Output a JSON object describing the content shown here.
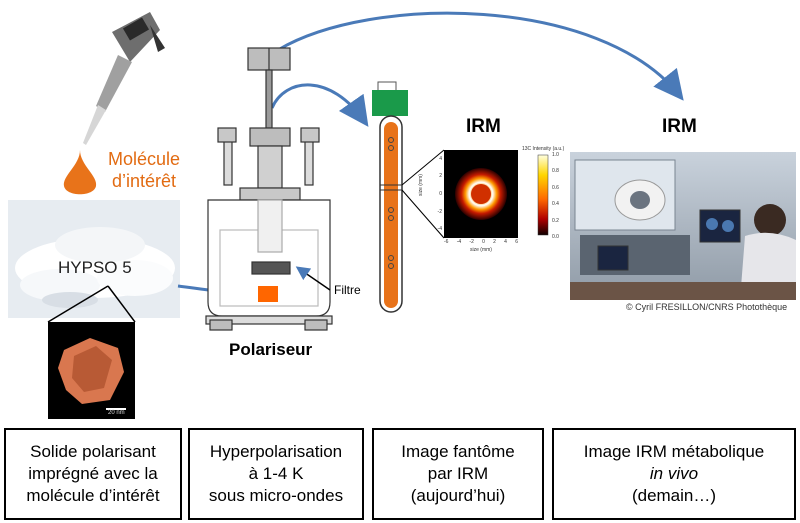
{
  "labels": {
    "molecule_line1": "Molécule",
    "molecule_line2": "d’intérêt",
    "hypso": "HYPSO 5",
    "polariseur": "Polariseur",
    "filtre": "Filtre",
    "irm_phantom": "IRM",
    "irm_invivo": "IRM",
    "credit": "© Cyril FRESILLON/CNRS Photothèque",
    "scale_bar": "20 nm"
  },
  "phantom_plot": {
    "colorbar_title": "13C Intensity (a.u.)",
    "colorbar_ticks": [
      "1.0",
      "0.8",
      "0.6",
      "0.4",
      "0.2",
      "0.0"
    ],
    "x_axis_label": "size (mm)",
    "y_axis_label": "size (mm)",
    "x_ticks": [
      "-6",
      "-4",
      "-2",
      "0",
      "2",
      "4",
      "6"
    ],
    "y_ticks": [
      "4",
      "2",
      "0",
      "-2",
      "-4"
    ]
  },
  "captions": [
    {
      "line1": "Solide polarisant",
      "line2": "imprégné avec la",
      "line3": "molécule d’intérêt"
    },
    {
      "line1": "Hyperpolarisation",
      "line2": "à 1-4 K",
      "line3": "sous micro-ondes"
    },
    {
      "line1": "Image fantôme",
      "line2": "par IRM",
      "line3": "(aujourd’hui)"
    },
    {
      "line1": "Image IRM métabolique",
      "line2": "in vivo",
      "line3": "(demain…)"
    }
  ],
  "colors": {
    "orange": "#e8731a",
    "arrow_blue": "#4a7ab8",
    "tube_green": "#1a9a4a"
  }
}
